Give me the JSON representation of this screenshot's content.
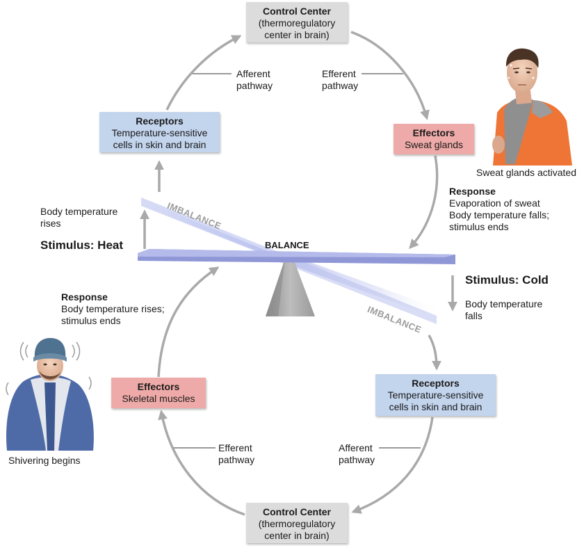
{
  "top_cycle": {
    "control_center": {
      "title": "Control Center",
      "line1": "(thermoregulatory",
      "line2": "center in brain)"
    },
    "receptors": {
      "title": "Receptors",
      "line1": "Temperature-sensitive",
      "line2": "cells in skin and brain"
    },
    "effectors": {
      "title": "Effectors",
      "line1": "Sweat glands"
    },
    "afferent": {
      "line1": "Afferent",
      "line2": "pathway"
    },
    "efferent": {
      "line1": "Efferent",
      "line2": "pathway"
    },
    "response": {
      "title": "Response",
      "line1": "Evaporation of sweat",
      "line2": "Body temperature falls;",
      "line3": "stimulus ends"
    },
    "stimulus": {
      "title": "Stimulus: Heat",
      "line1": "Body temperature",
      "line2": "rises"
    },
    "person_caption": "Sweat glands activated"
  },
  "bottom_cycle": {
    "control_center": {
      "title": "Control Center",
      "line1": "(thermoregulatory",
      "line2": "center in brain)"
    },
    "receptors": {
      "title": "Receptors",
      "line1": "Temperature-sensitive",
      "line2": "cells in skin and brain"
    },
    "effectors": {
      "title": "Effectors",
      "line1": "Skeletal muscles"
    },
    "afferent": {
      "line1": "Afferent",
      "line2": "pathway"
    },
    "efferent": {
      "line1": "Efferent",
      "line2": "pathway"
    },
    "response": {
      "title": "Response",
      "line1": "Body temperature rises;",
      "line2": "stimulus ends"
    },
    "stimulus": {
      "title": "Stimulus: Cold",
      "line1": "Body temperature",
      "line2": "falls"
    },
    "person_caption": "Shivering begins"
  },
  "seesaw": {
    "balance_label": "BALANCE",
    "imbalance_label_top": "IMBALANCE",
    "imbalance_label_bottom": "IMBALANCE"
  },
  "colors": {
    "control_center_box": "#dcdcdc",
    "receptors_box": "#c3d4ed",
    "effectors_box": "#eeaaa8",
    "arrow": "#a9a9a9",
    "beam": "#8f97d6",
    "fulcrum": "#a3a3a3"
  },
  "icons": [
    "sweating-man-illustration",
    "shivering-man-illustration"
  ]
}
